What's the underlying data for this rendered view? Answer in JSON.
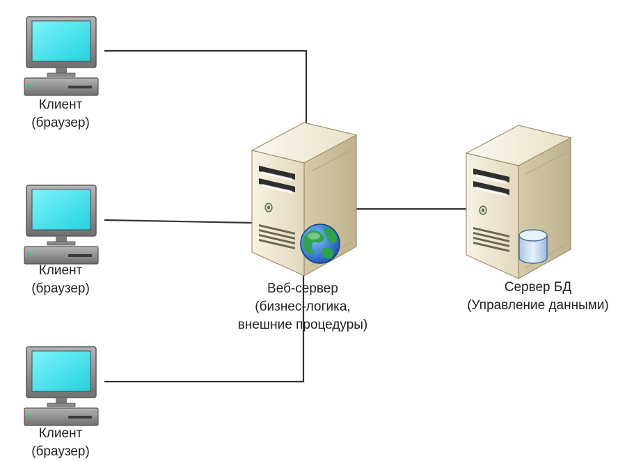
{
  "clients": [
    {
      "name": "Клиент",
      "role": "(браузер)"
    },
    {
      "name": "Клиент",
      "role": "(браузер)"
    },
    {
      "name": "Клиент",
      "role": "(браузер)"
    }
  ],
  "web_server": {
    "name": "Веб-сервер",
    "line2": "(бизнес-логика,",
    "line3": "внешние процедуры)"
  },
  "db_server": {
    "name": "Сервер БД",
    "line2": "(Управление данными)"
  },
  "colors": {
    "screen": "#3fe3ec",
    "monitor_frame": "#8a8a8a",
    "case_front": "#efe8d4",
    "case_side": "#d9cfb3",
    "globe": "#2b7bd6",
    "continents": "#2fa34a",
    "cylinder": "#c9def3",
    "lines": "#333333"
  },
  "icons": [
    "computer-icon",
    "server-icon",
    "globe-icon",
    "database-icon"
  ]
}
